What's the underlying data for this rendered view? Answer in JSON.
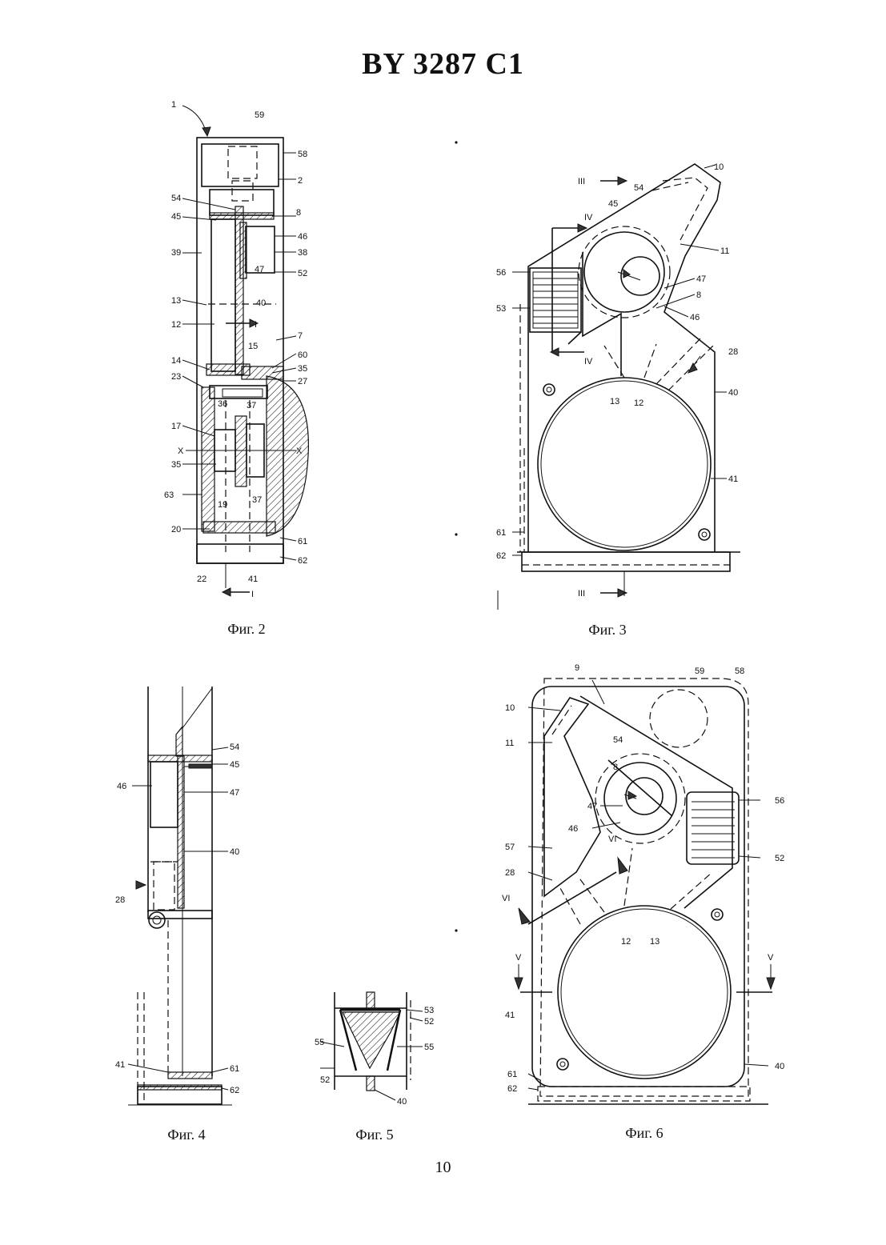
{
  "header": {
    "title": "BY 3287 C1"
  },
  "figures": [
    {
      "caption": "Фиг. 2",
      "labels": [
        "1",
        "59",
        "58",
        "2",
        "54",
        "8",
        "45",
        "46",
        "39",
        "38",
        "47",
        "52",
        "40",
        "13",
        "12",
        "I",
        "7",
        "15",
        "60",
        "14",
        "35",
        "23",
        "27",
        "36",
        "37",
        "17",
        "X",
        "X",
        "35",
        "63",
        "37",
        "19",
        "20",
        "61",
        "62",
        "22",
        "41",
        "I"
      ]
    },
    {
      "caption": "Фиг. 3",
      "labels": [
        "10",
        "III",
        "54",
        "45",
        "IV",
        "11",
        "56",
        "47",
        "8",
        "53",
        "46",
        "IV",
        "28",
        "13",
        "12",
        "40",
        "41",
        "61",
        "62",
        "III"
      ]
    },
    {
      "caption": "Фиг. 4",
      "labels": [
        "54",
        "45",
        "46",
        "47",
        "40",
        "28",
        "41",
        "61",
        "62"
      ]
    },
    {
      "caption": "Фиг. 5",
      "labels": [
        "53",
        "52",
        "55",
        "55",
        "52",
        "40"
      ]
    },
    {
      "caption": "Фиг. 6",
      "labels": [
        "9",
        "59",
        "58",
        "10",
        "11",
        "54",
        "8",
        "56",
        "47",
        "46",
        "VI",
        "57",
        "52",
        "28",
        "VI",
        "12",
        "13",
        "V",
        "V",
        "41",
        "40",
        "61",
        "62"
      ]
    }
  ],
  "footer": {
    "page_number": "10"
  }
}
